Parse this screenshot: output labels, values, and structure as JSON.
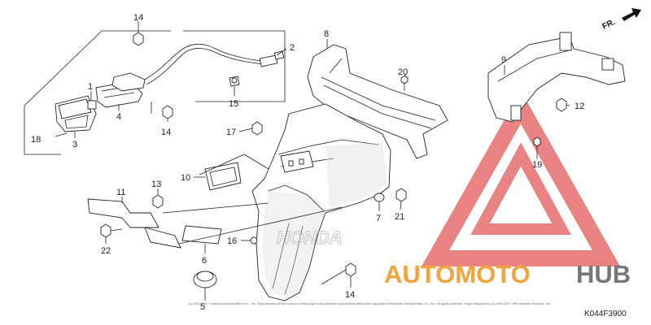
{
  "diagram": {
    "parts": [
      {
        "id": "1",
        "label": "1"
      },
      {
        "id": "2",
        "label": "2"
      },
      {
        "id": "3",
        "label": "3"
      },
      {
        "id": "4",
        "label": "4"
      },
      {
        "id": "5",
        "label": "5"
      },
      {
        "id": "6",
        "label": "6"
      },
      {
        "id": "7",
        "label": "7"
      },
      {
        "id": "8",
        "label": "8"
      },
      {
        "id": "9",
        "label": "9"
      },
      {
        "id": "10",
        "label": "10"
      },
      {
        "id": "11",
        "label": "11"
      },
      {
        "id": "12",
        "label": "12"
      },
      {
        "id": "13",
        "label": "13"
      },
      {
        "id": "14a",
        "label": "14"
      },
      {
        "id": "14b",
        "label": "14"
      },
      {
        "id": "14c",
        "label": "14"
      },
      {
        "id": "15",
        "label": "15"
      },
      {
        "id": "16",
        "label": "16"
      },
      {
        "id": "17",
        "label": "17"
      },
      {
        "id": "18",
        "label": "18"
      },
      {
        "id": "19",
        "label": "19"
      },
      {
        "id": "20",
        "label": "20"
      },
      {
        "id": "21",
        "label": "21"
      },
      {
        "id": "22",
        "label": "22"
      }
    ],
    "direction_label": "FR.",
    "diagram_code": "K044F3900",
    "copyright_text": "(c) 2012-2017 American Honda Motor Co., Inc. Reproduction of the content of this page in any manner is prohibited without the approval of American Honda Motor Co., Inc. All rights reserved. Page designed by (c) 2004-2017 ARI Network Services, Inc.",
    "fender_lettering": "HONDA"
  },
  "watermark": {
    "brand_part_1": "AUTOMOTO",
    "brand_part_2": "HUB",
    "color_1": "#f2a43a",
    "color_2": "#777777",
    "triangle_color": "#e05050"
  }
}
